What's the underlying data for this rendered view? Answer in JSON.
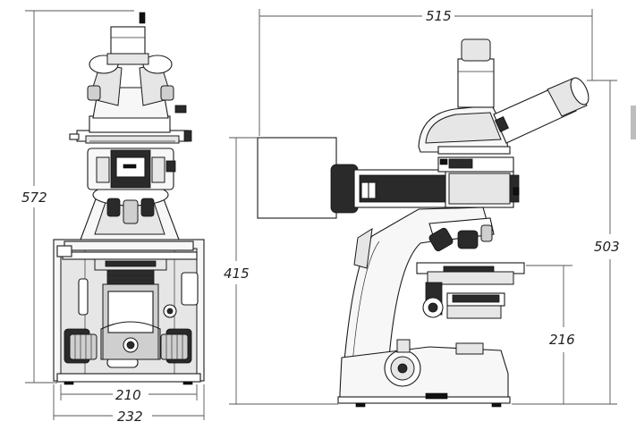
{
  "dimensions": {
    "front_height": "572",
    "front_base_inner": "210",
    "front_base_outer": "232",
    "side_total_width": "515",
    "side_body_height": "415",
    "side_total_height": "503",
    "side_stage_height": "216"
  },
  "colors": {
    "line": "#1a1a1a",
    "dimension_line": "#555555",
    "fill_light": "#f7f7f7",
    "fill_dark": "#2a2a2a",
    "page_tab": "#bdbdbd"
  }
}
